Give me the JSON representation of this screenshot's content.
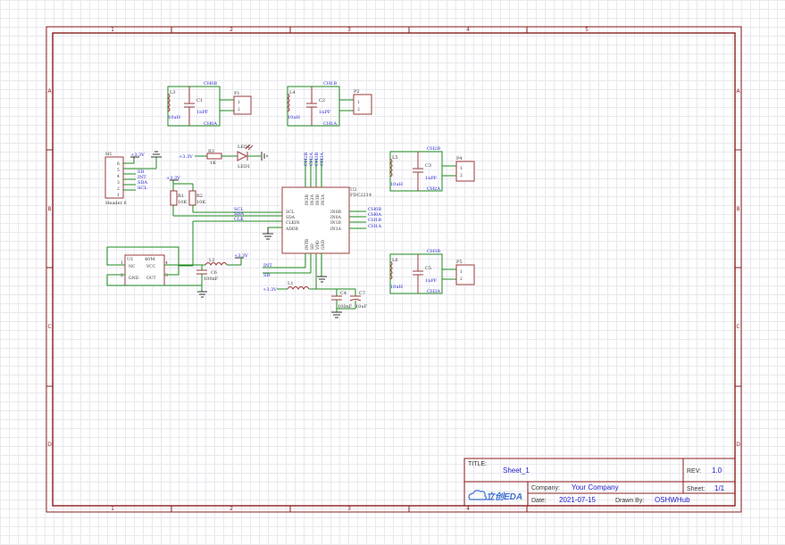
{
  "frame": {
    "col_labels": [
      "1",
      "2",
      "3",
      "4",
      "5"
    ],
    "row_labels": [
      "A",
      "B",
      "C",
      "D"
    ]
  },
  "title_block": {
    "title_label": "TITLE:",
    "title_value": "Sheet_1",
    "rev_label": "REV:",
    "rev_value": "1.0",
    "company_label": "Company:",
    "company_value": "Your Company",
    "sheet_label": "Sheet:",
    "sheet_value": "1/1",
    "date_label": "Date:",
    "date_value": "2021-07-15",
    "drawn_label": "Drawn By:",
    "drawn_value": "OSHWHub",
    "logo_text": "立创EDA"
  },
  "components": {
    "l3": "L3",
    "l3_val": "10uH",
    "c1": "C1",
    "c1_val": "1nPF",
    "p1": "P1",
    "l4": "L4",
    "l4_val": "10uH",
    "c2": "C2",
    "c2_val": "1nPF",
    "p2": "P2",
    "l5": "L5",
    "l5_val": "10uH",
    "c3": "C3",
    "c3_val": "1nPF",
    "p4": "P4",
    "l6": "L6",
    "l6_val": "10uH",
    "c5": "C5",
    "c5_val": "1nPF",
    "p5": "P5",
    "header": "H1",
    "header_val": "Header 6",
    "r3": "R3",
    "r3_val": "1K",
    "led": "LED1",
    "r1": "R1",
    "r1_val": "10K",
    "r2": "R2",
    "r2_val": "10K",
    "u2": "U2",
    "u2_val": "FDC2214",
    "u1": "U1",
    "u1_val": "40M",
    "l2": "L2",
    "c6": "C6",
    "c6_val": "100nF",
    "l1": "L1",
    "c4": "C4",
    "c4_val": "100nF",
    "c7": "C7",
    "c7_val": "10uF"
  },
  "nets": {
    "ch0a": "CH0A",
    "ch0b": "CH0B",
    "ch1a": "CH1A",
    "ch1b": "CH1B",
    "ch2a": "CH2A",
    "ch2b": "CH2B",
    "ch3a": "CH3A",
    "ch3b": "CH3B",
    "v33": "+3.3V",
    "scl": "SCL",
    "sda": "SDA",
    "int": "INT",
    "sd": "SD",
    "clk": "CLK"
  },
  "pins": {
    "scl": "SCL",
    "sda": "SDA",
    "clkin": "CLKIN",
    "addr": "ADDR",
    "in0b": "IN0B",
    "in0a": "IN0A",
    "in1b": "IN1B",
    "in1a": "IN1A",
    "in2b": "IN2B",
    "in2a": "IN2A",
    "in3b": "IN3B",
    "in3a": "IN3A",
    "intb": "INTB",
    "sd": "SD",
    "vdd": "VDD",
    "gnd": "GND",
    "nc": "NC",
    "vcc": "VCC",
    "gnd2": "GND",
    "out": "OUT",
    "n1": "1",
    "n2": "2",
    "n3": "3",
    "n4": "4",
    "n5": "5",
    "n6": "6"
  }
}
